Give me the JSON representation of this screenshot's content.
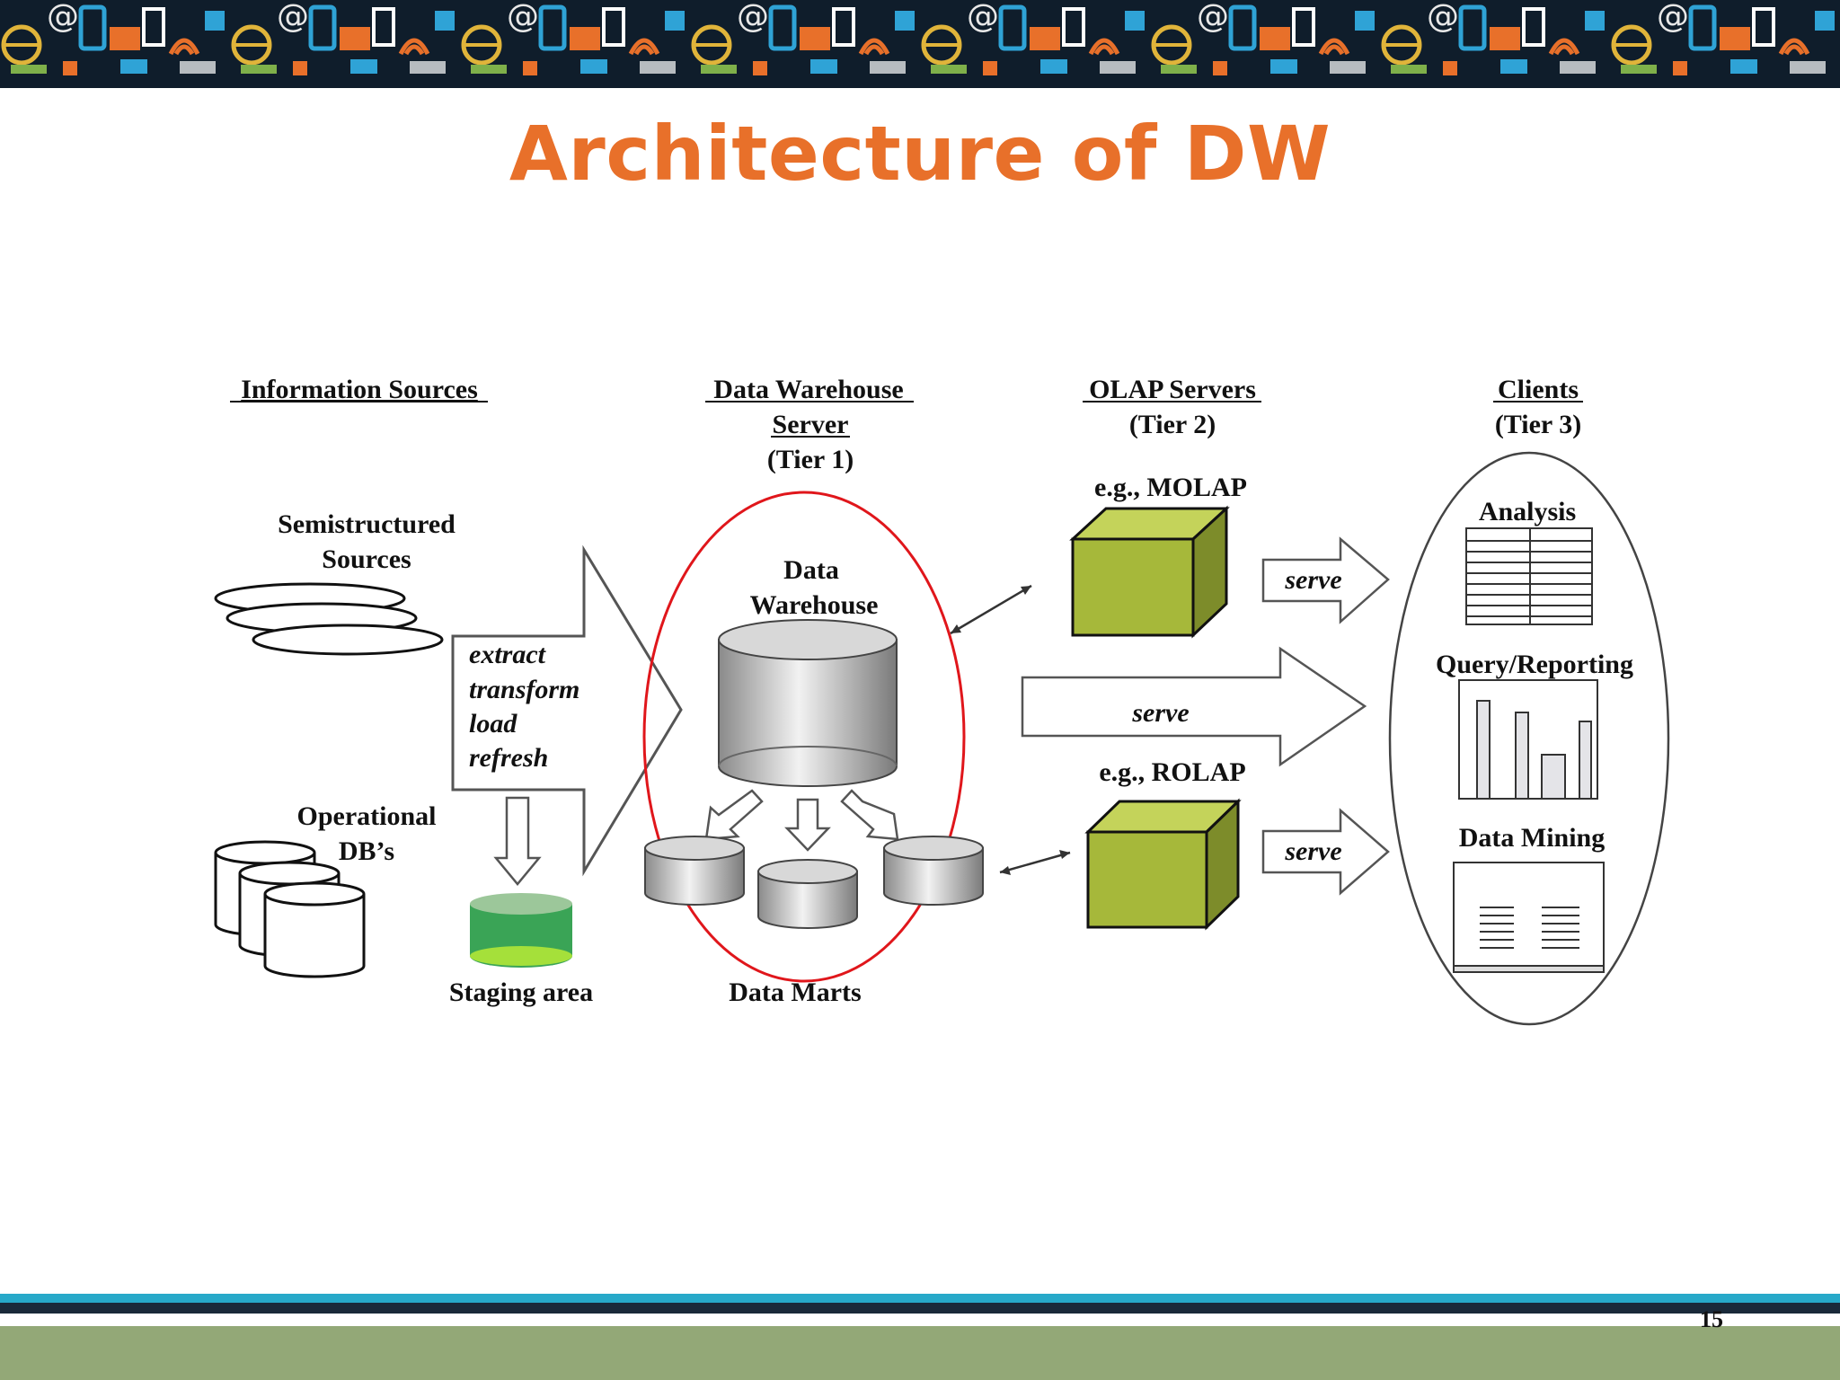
{
  "title": "Architecture of DW",
  "page_number": "15",
  "colors": {
    "title": "#e8702a",
    "olap_cube": "#a6b83a",
    "staging": "#3aa456",
    "highlight_ellipse": "#e0161b",
    "footer_cyan": "#27a9c9",
    "footer_green": "#93a877"
  },
  "diagram": {
    "headers": {
      "information_sources": "Information Sources",
      "dw_server_line1": "Data Warehouse",
      "dw_server_line2": "Server",
      "dw_server_line3": "(Tier 1)",
      "olap_line1": "OLAP Servers",
      "olap_line2": "(Tier 2)",
      "clients_line1": "Clients",
      "clients_line2": "(Tier 3)"
    },
    "semistructured_line1": "Semistructured",
    "semistructured_line2": "Sources",
    "operational_line1": "Operational",
    "operational_line2": "DB’s",
    "etl": [
      "extract",
      "transform",
      "load",
      "refresh"
    ],
    "staging_area": "Staging area",
    "data_warehouse_line1": "Data",
    "data_warehouse_line2": "Warehouse",
    "data_marts": "Data Marts",
    "molap": "e.g., MOLAP",
    "rolap": "e.g., ROLAP",
    "serve": "serve",
    "analysis": "Analysis",
    "query_reporting": "Query/Reporting",
    "data_mining": "Data Mining"
  }
}
